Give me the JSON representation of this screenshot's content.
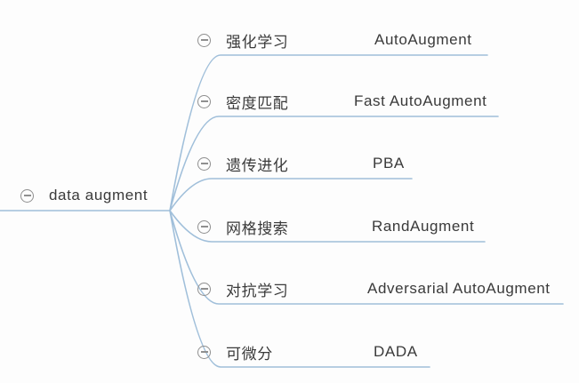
{
  "root": {
    "label": "data augment",
    "icon": "collapse-minus"
  },
  "branches": [
    {
      "label": "强化学习",
      "leaf": "AutoAugment"
    },
    {
      "label": "密度匹配",
      "leaf": "Fast AutoAugment"
    },
    {
      "label": "遗传进化",
      "leaf": "PBA"
    },
    {
      "label": "网格搜索",
      "leaf": "RandAugment"
    },
    {
      "label": "对抗学习",
      "leaf": "Adversarial AutoAugment"
    },
    {
      "label": "可微分",
      "leaf": "DADA"
    }
  ],
  "colors": {
    "line": "#a0bfda",
    "icon": "#8f8f8f",
    "text": "#3a3a3a",
    "background": "#fdfdfd"
  }
}
